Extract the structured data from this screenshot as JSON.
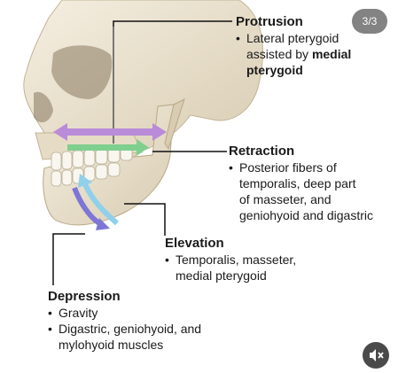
{
  "badge": {
    "counter": "3/3"
  },
  "labels": {
    "protrusion": {
      "title": "Protrusion",
      "line1": "Lateral pterygoid",
      "line2_plain": "assisted by ",
      "line2_bold": "medial",
      "line3_bold": "pterygoid"
    },
    "retraction": {
      "title": "Retraction",
      "lines": [
        "Posterior fibers of",
        "temporalis, deep part",
        "of masseter, and",
        "geniohyoid and digastric"
      ]
    },
    "elevation": {
      "title": "Elevation",
      "lines": [
        "Temporalis, masseter,",
        "medial pterygoid"
      ]
    },
    "depression": {
      "title": "Depression",
      "item1": "Gravity",
      "item2_lines": [
        "Digastric, geniohyoid, and",
        "mylohyoid muscles"
      ]
    }
  },
  "colors": {
    "bone": "#ece4d2",
    "bone_shadow": "#c9bda3",
    "protrusion_arrow": "#b98bd8",
    "retraction_arrow": "#7fcf8f",
    "elevation_arrow": "#8fd0ea",
    "depression_arrow": "#7d76d6",
    "leader": "#111111"
  },
  "icons": {
    "mute": "speaker-muted-icon"
  }
}
